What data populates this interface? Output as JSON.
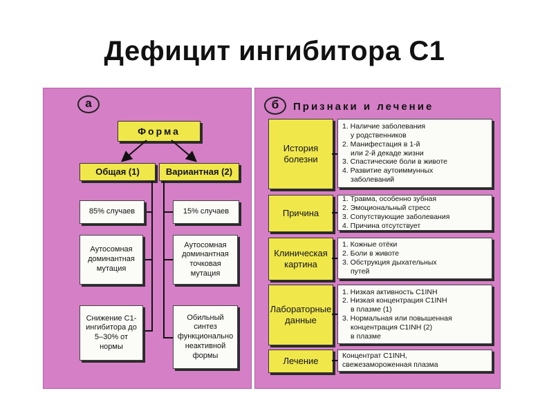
{
  "title": "Дефицит ингибитора С1",
  "panel_a": {
    "badge": "а",
    "form_label": "Форма",
    "type_common": "Общая (1)",
    "type_variant": "Вариантная (2)",
    "left": [
      "85% случаев",
      "Аутосомная доминантная мутация",
      "Снижение С1-ингибитора до 5–30% от нормы"
    ],
    "right": [
      "15% случаев",
      "Аутосомная доминантная точковая мутация",
      "Обильный синтез функционально неактивной формы"
    ]
  },
  "panel_b": {
    "badge": "б",
    "header": "Признаки и лечение",
    "rows": [
      {
        "label": "История болезни",
        "items": [
          "1. Наличие заболевания",
          "у родственников",
          "2. Манифестация в 1-й",
          "или 2-й декаде жизни",
          "3. Спастические боли в животе",
          "4. Развитие аутоиммунных",
          "заболеваний"
        ]
      },
      {
        "label": "Причина",
        "items": [
          "1. Травма, особенно зубная",
          "2. Эмоциональный стресс",
          "3. Сопутствующие заболевания",
          "4. Причина отсутствует"
        ]
      },
      {
        "label": "Клиническая картина",
        "items": [
          "1. Кожные отёки",
          "2. Боли в животе",
          "3. Обструкция дыхательных",
          "путей"
        ]
      },
      {
        "label": "Лабораторные данные",
        "items": [
          "1. Низкая активность С1INH",
          "2. Низкая концентрация С1INH",
          "в плазме (1)",
          "3. Нормальная или повышенная",
          "концентрация С1INH (2)",
          "в плазме"
        ]
      },
      {
        "label": "Лечение",
        "items": [
          "Концентрат С1INH,",
          "свежезамороженная плазма"
        ]
      }
    ]
  }
}
